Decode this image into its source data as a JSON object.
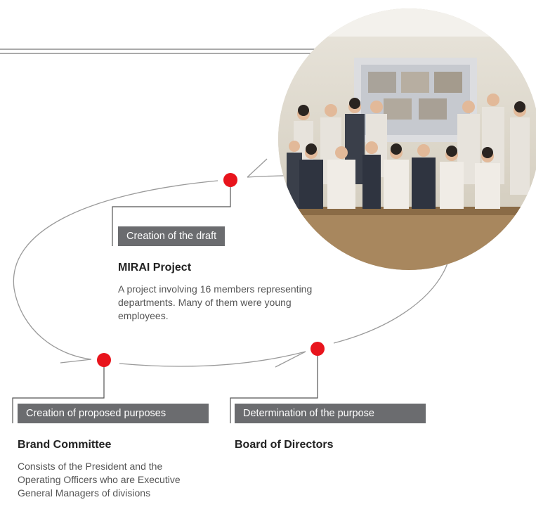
{
  "accent_color": "#e8141c",
  "label_bg_color": "#6b6c6f",
  "photo": {
    "icon": "group-photo-icon"
  },
  "nodes": {
    "draft": {
      "label": "Creation of the draft",
      "title": "MIRAI Project",
      "description": "A project involving 16 members representing departments. Many of them were young employees."
    },
    "proposed": {
      "label": "Creation of proposed purposes",
      "title": "Brand Committee",
      "description": "Consists of the President and the Operating Officers who are Executive General Managers of divisions"
    },
    "determination": {
      "label": "Determination of the purpose",
      "title": "Board of Directors",
      "description": ""
    }
  }
}
